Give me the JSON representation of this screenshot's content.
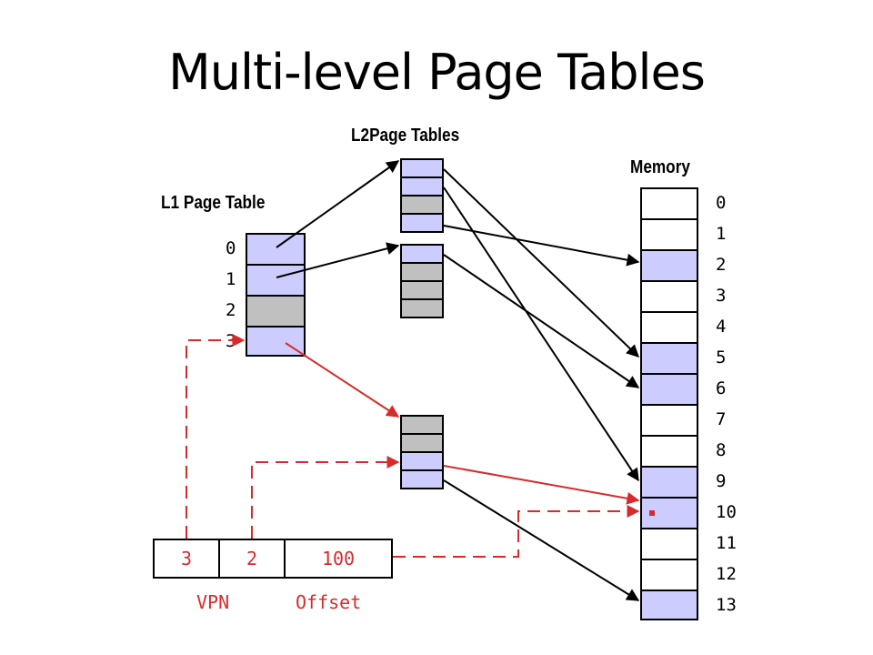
{
  "title": "Multi-level Page Tables",
  "labels": {
    "l1": "L1 Page Table",
    "l2": "L2Page Tables",
    "memory": "Memory",
    "vpn": "VPN",
    "offset": "Offset"
  },
  "l1_indices": [
    "0",
    "1",
    "2",
    "3"
  ],
  "memory_indices": [
    "0",
    "1",
    "2",
    "3",
    "4",
    "5",
    "6",
    "7",
    "8",
    "9",
    "10",
    "11",
    "12",
    "13"
  ],
  "address": {
    "vpn1": "3",
    "vpn2": "2",
    "offset": "100"
  },
  "colors": {
    "valid": "#ccccff",
    "invalid": "#c0c0c0",
    "highlight": "#d72b2b"
  }
}
